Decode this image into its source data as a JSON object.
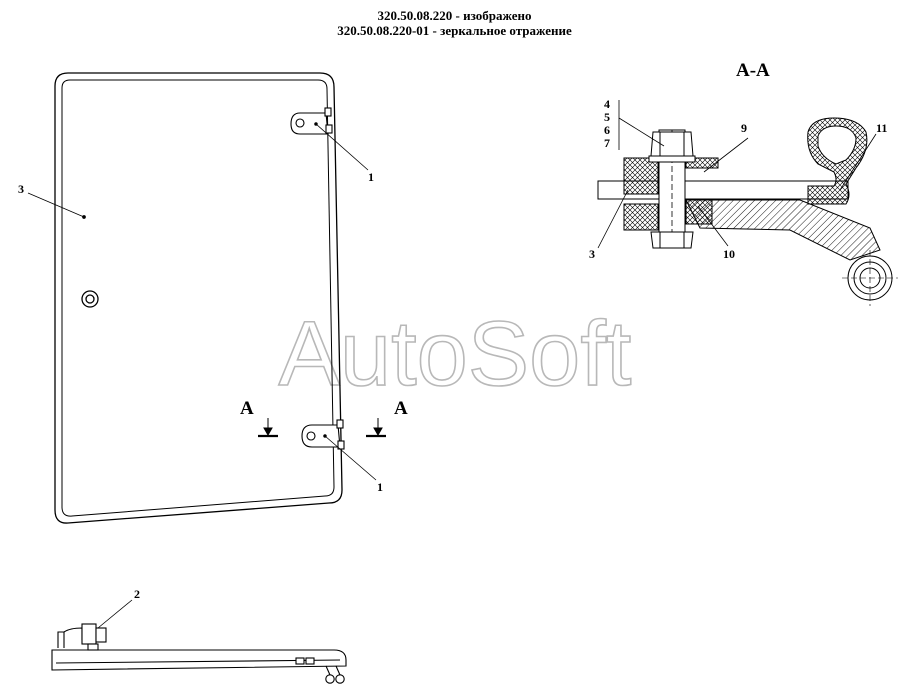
{
  "header": {
    "line1": "320.50.08.220 - изображено",
    "line2": "320.50.08.220-01 - зеркальное отражение"
  },
  "section_view": {
    "title": "А-А",
    "section_marker": "А"
  },
  "callouts": {
    "hinge_upper": "1",
    "hinge_lower": "1",
    "hinge_bottom_view": "2",
    "panel": "3",
    "section_panel": "3",
    "item_4": "4",
    "item_5": "5",
    "item_6": "6",
    "item_7": "7",
    "item_9": "9",
    "item_10": "10",
    "item_11": "11"
  },
  "watermark": "AutoSoft"
}
